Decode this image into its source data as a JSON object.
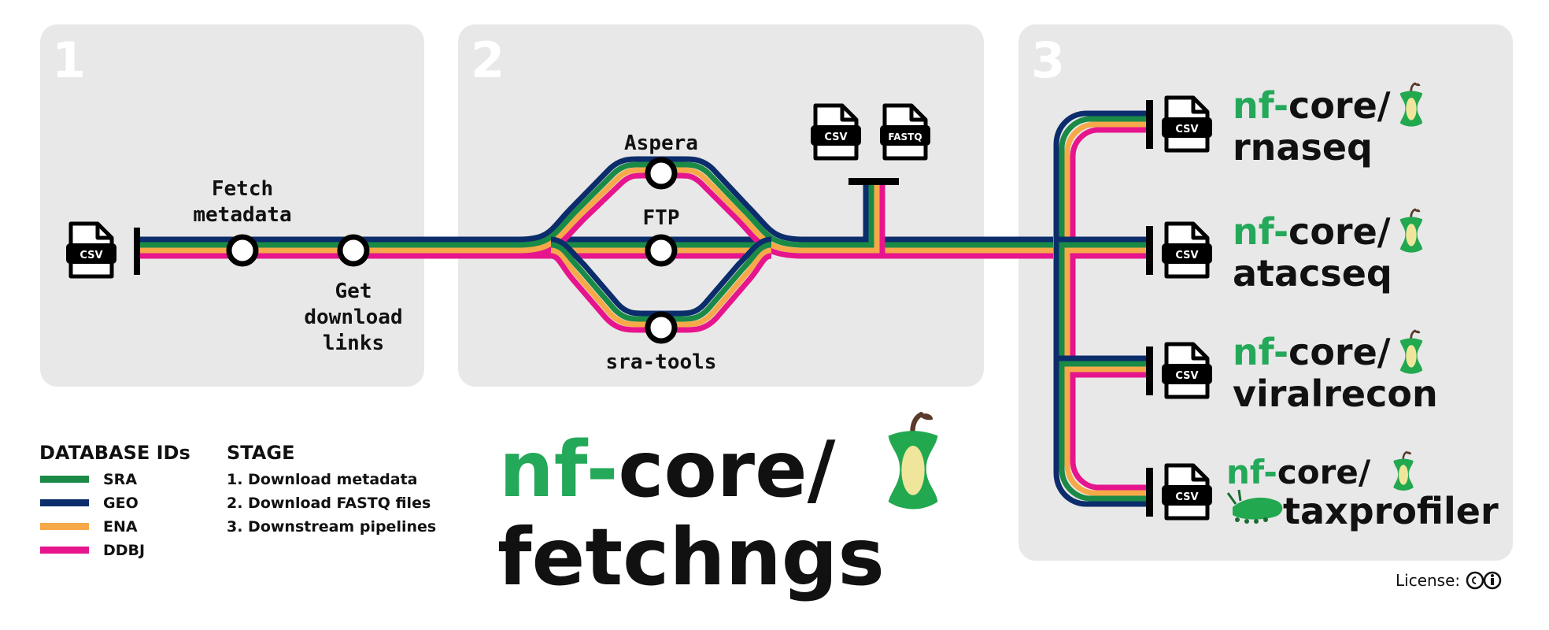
{
  "stages": [
    {
      "number": "1"
    },
    {
      "number": "2"
    },
    {
      "number": "3"
    }
  ],
  "stage1": {
    "fetch_metadata_line1": "Fetch",
    "fetch_metadata_line2": "metadata",
    "get_links_line1": "Get",
    "get_links_line2": "download",
    "get_links_line3": "links"
  },
  "stage2": {
    "aspera": "Aspera",
    "ftp": "FTP",
    "sra_tools": "sra-tools"
  },
  "file_icons": {
    "csv": "CSV",
    "fastq": "FASTQ"
  },
  "pipelines": [
    {
      "prefix": "nf-",
      "core": "core/",
      "name": "rnaseq"
    },
    {
      "prefix": "nf-",
      "core": "core/",
      "name": "atacseq"
    },
    {
      "prefix": "nf-",
      "core": "core/",
      "name": "viralrecon"
    },
    {
      "prefix": "nf-",
      "core": "core/",
      "name": "taxprofiler"
    }
  ],
  "legend_db": {
    "title": "DATABASE IDs",
    "items": [
      {
        "label": "SRA",
        "color": "#1a8a46"
      },
      {
        "label": "GEO",
        "color": "#0c2d6b"
      },
      {
        "label": "ENA",
        "color": "#f7a94a"
      },
      {
        "label": "DDBJ",
        "color": "#e6158d"
      }
    ]
  },
  "legend_stage": {
    "title": "STAGE",
    "items": [
      "1. Download metadata",
      "2. Download FASTQ files",
      "3. Downstream pipelines"
    ]
  },
  "main_logo": {
    "nf": "nf",
    "dash": "-",
    "core": "core/",
    "name": "fetchngs"
  },
  "license": {
    "label": "License:"
  },
  "colors": {
    "panel": "#e8e8e8",
    "stage_number": "#ffffff",
    "nf_green": "#24a859",
    "apple_green": "#22a84f",
    "apple_core": "#efe69c",
    "text": "#111111"
  }
}
